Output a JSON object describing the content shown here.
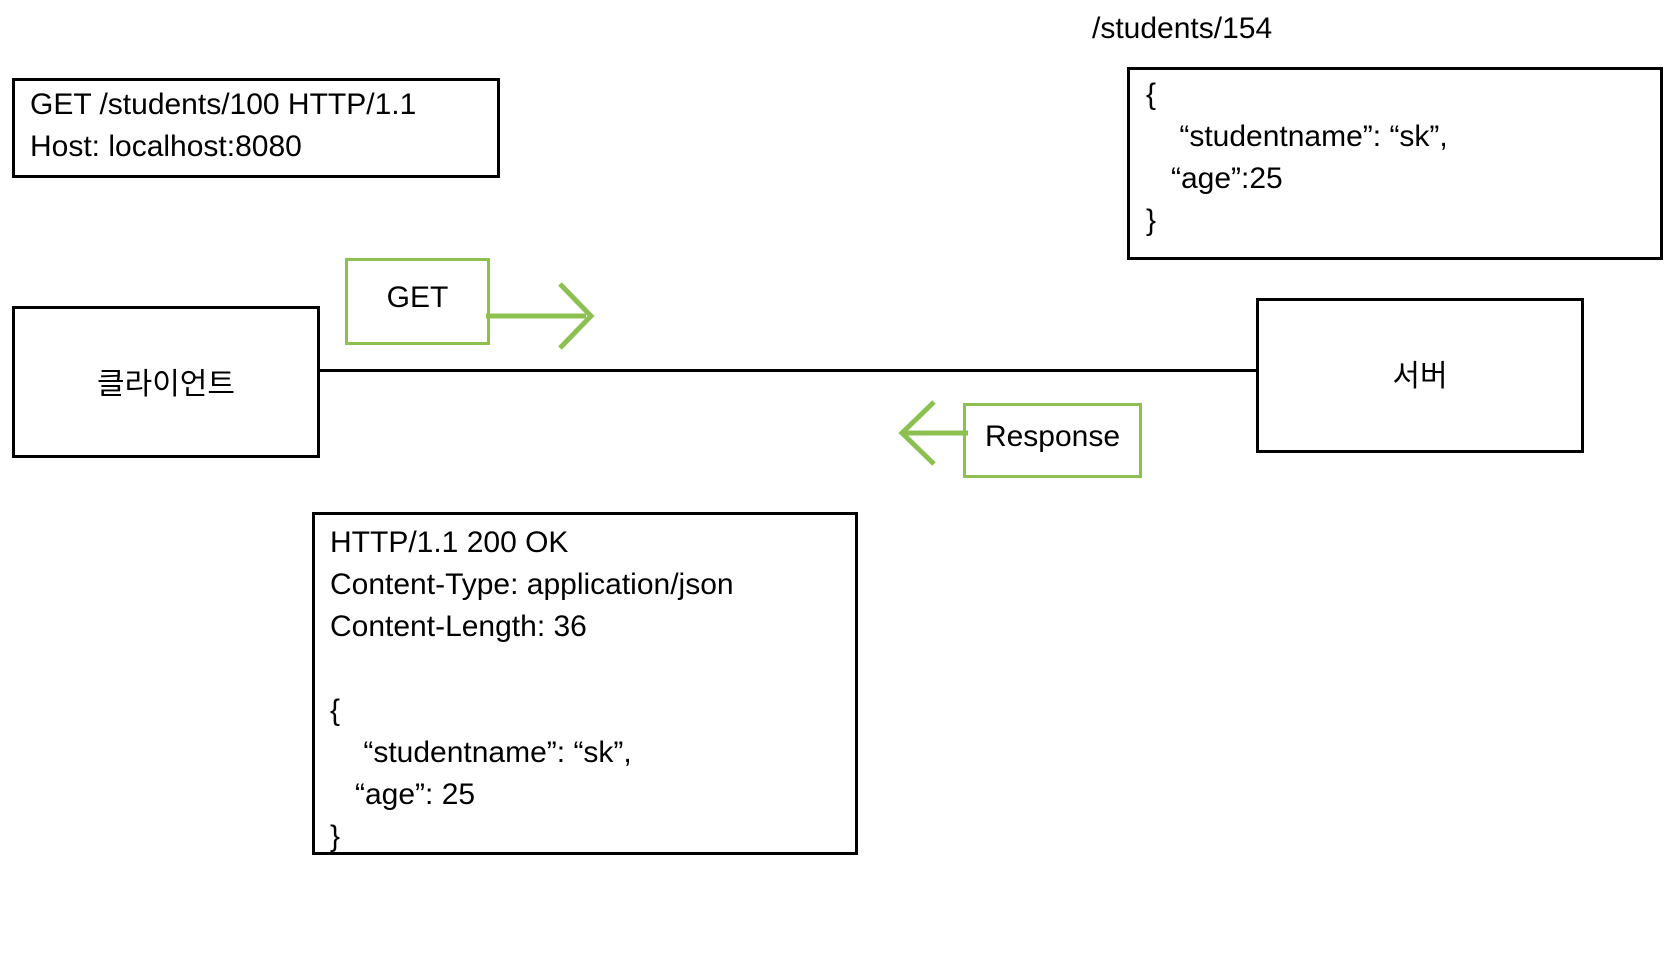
{
  "diagram": {
    "title": "HTTP GET request/response between client and server",
    "accent_green": "#8cc152",
    "line_black": "#000000"
  },
  "request_box": {
    "name": "http-request-box",
    "lines": [
      "GET /students/100 HTTP/1.1",
      "Host: localhost:8080"
    ],
    "text": "GET /students/100 HTTP/1.1\nHost: localhost:8080"
  },
  "resource_caption": {
    "name": "resource-path-label",
    "text": "/students/154"
  },
  "resource_json_box": {
    "name": "resource-json-box",
    "lines": [
      "{",
      "    “studentname”: “sk”,",
      "   “age”:25",
      "}"
    ],
    "text": "{\n    “studentname”: “sk”,\n   “age”:25\n}"
  },
  "client_node": {
    "name": "client-node",
    "label": "클라이언트"
  },
  "server_node": {
    "name": "server-node",
    "label": "서버"
  },
  "get_tag": {
    "name": "get-method-tag",
    "label": "GET",
    "direction": "right",
    "color": "#8cc152"
  },
  "response_tag": {
    "name": "response-tag",
    "label": "Response",
    "direction": "left",
    "color": "#8cc152"
  },
  "http_response_box": {
    "name": "http-response-box",
    "status_line": "HTTP/1.1 200 OK",
    "headers": [
      "Content-Type: application/json",
      "Content-Length: 36"
    ],
    "body_lines": [
      "{",
      "    “studentname”: “sk”,",
      "   “age”: 25",
      "}"
    ],
    "text": "HTTP/1.1 200 OK\nContent-Type: application/json\nContent-Length: 36\n\n{\n    “studentname”: “sk”,\n   “age”: 25\n}"
  }
}
